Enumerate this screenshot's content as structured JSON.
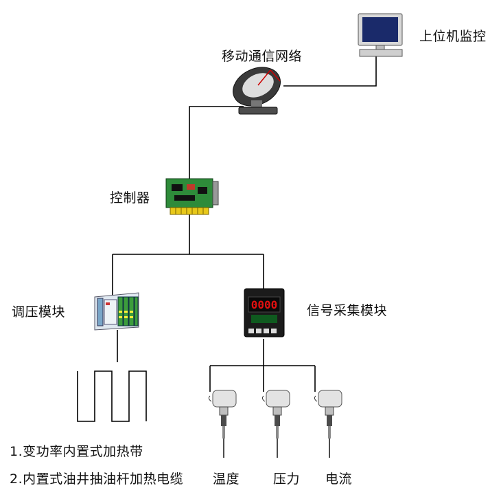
{
  "labels": {
    "host_monitor": "上位机监控",
    "mobile_network": "移动通信网络",
    "controller": "控制器",
    "voltage_module": "调压模块",
    "signal_module": "信号采集模块",
    "display_value": "0000",
    "temperature": "温度",
    "pressure": "压力",
    "current": "电流"
  },
  "notes": [
    "1.变功率内置式加热带",
    "2.内置式油井抽油杆加热电缆"
  ],
  "colors": {
    "line": "#000000",
    "screen": "#1a2a6a",
    "pcb": "#2e8b3a",
    "display": "#e01010"
  }
}
